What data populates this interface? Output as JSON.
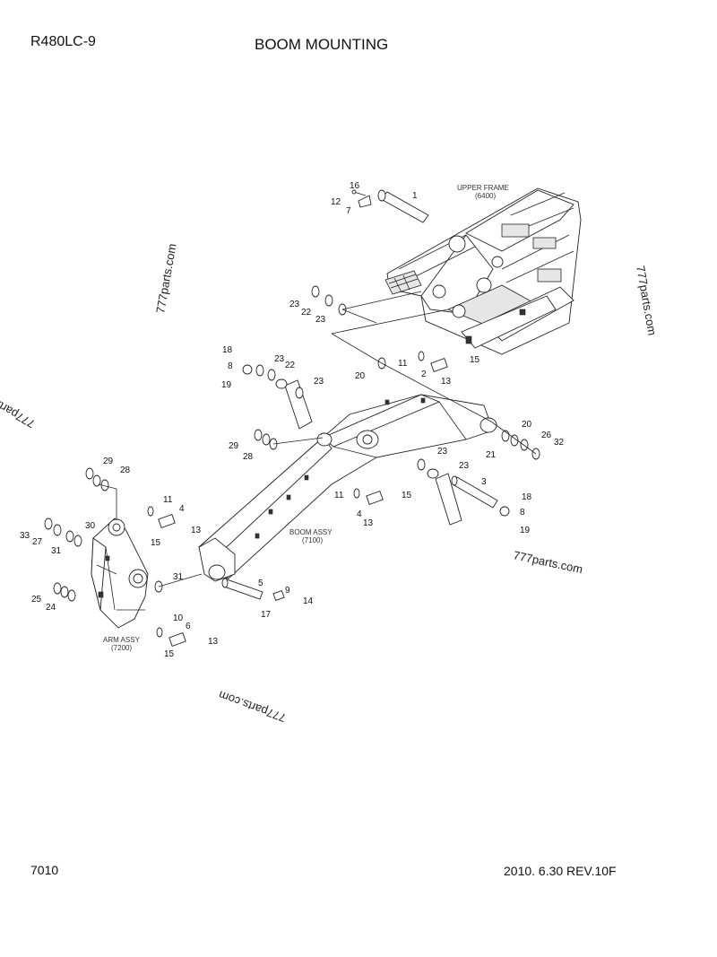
{
  "header": {
    "model": "R480LC-9",
    "title": "BOOM MOUNTING"
  },
  "footer": {
    "page_number": "7010",
    "revision": "2010. 6.30  REV.10F"
  },
  "assemblies": {
    "upper_frame_name": "UPPER FRAME",
    "upper_frame_code": "(6400)",
    "boom_name": "BOOM ASSY",
    "boom_code": "(7100)",
    "arm_name": "ARM ASSY",
    "arm_code": "(7200)"
  },
  "watermark": "777parts.com",
  "callouts": [
    {
      "id": "c1",
      "label": "1"
    },
    {
      "id": "c16",
      "label": "16"
    },
    {
      "id": "c12",
      "label": "12"
    },
    {
      "id": "c7",
      "label": "7"
    },
    {
      "id": "c23a",
      "label": "23"
    },
    {
      "id": "c22a",
      "label": "22"
    },
    {
      "id": "c23b",
      "label": "23"
    },
    {
      "id": "c18a",
      "label": "18"
    },
    {
      "id": "c8a",
      "label": "8"
    },
    {
      "id": "c19a",
      "label": "19"
    },
    {
      "id": "c23c",
      "label": "23"
    },
    {
      "id": "c22b",
      "label": "22"
    },
    {
      "id": "c23d",
      "label": "23"
    },
    {
      "id": "c20a",
      "label": "20"
    },
    {
      "id": "c11a",
      "label": "11"
    },
    {
      "id": "c15a",
      "label": "15"
    },
    {
      "id": "c2",
      "label": "2"
    },
    {
      "id": "c13a",
      "label": "13"
    },
    {
      "id": "c20b",
      "label": "20"
    },
    {
      "id": "c26",
      "label": "26"
    },
    {
      "id": "c21",
      "label": "21"
    },
    {
      "id": "c32",
      "label": "32"
    },
    {
      "id": "c29a",
      "label": "29"
    },
    {
      "id": "c28a",
      "label": "28"
    },
    {
      "id": "c23e",
      "label": "23"
    },
    {
      "id": "c23f",
      "label": "23"
    },
    {
      "id": "c3",
      "label": "3"
    },
    {
      "id": "c18b",
      "label": "18"
    },
    {
      "id": "c8b",
      "label": "8"
    },
    {
      "id": "c19b",
      "label": "19"
    },
    {
      "id": "c11b",
      "label": "11"
    },
    {
      "id": "c15b",
      "label": "15"
    },
    {
      "id": "c4a",
      "label": "4"
    },
    {
      "id": "c13b",
      "label": "13"
    },
    {
      "id": "c29b",
      "label": "29"
    },
    {
      "id": "c28b",
      "label": "28"
    },
    {
      "id": "c11c",
      "label": "11"
    },
    {
      "id": "c4b",
      "label": "4"
    },
    {
      "id": "c13c",
      "label": "13"
    },
    {
      "id": "c15c",
      "label": "15"
    },
    {
      "id": "c33",
      "label": "33"
    },
    {
      "id": "c27",
      "label": "27"
    },
    {
      "id": "c30",
      "label": "30"
    },
    {
      "id": "c31a",
      "label": "31"
    },
    {
      "id": "c31b",
      "label": "31"
    },
    {
      "id": "c25",
      "label": "25"
    },
    {
      "id": "c24",
      "label": "24"
    },
    {
      "id": "c5",
      "label": "5"
    },
    {
      "id": "c9",
      "label": "9"
    },
    {
      "id": "c14",
      "label": "14"
    },
    {
      "id": "c17",
      "label": "17"
    },
    {
      "id": "c10",
      "label": "10"
    },
    {
      "id": "c6",
      "label": "6"
    },
    {
      "id": "c13d",
      "label": "13"
    },
    {
      "id": "c15d",
      "label": "15"
    }
  ]
}
